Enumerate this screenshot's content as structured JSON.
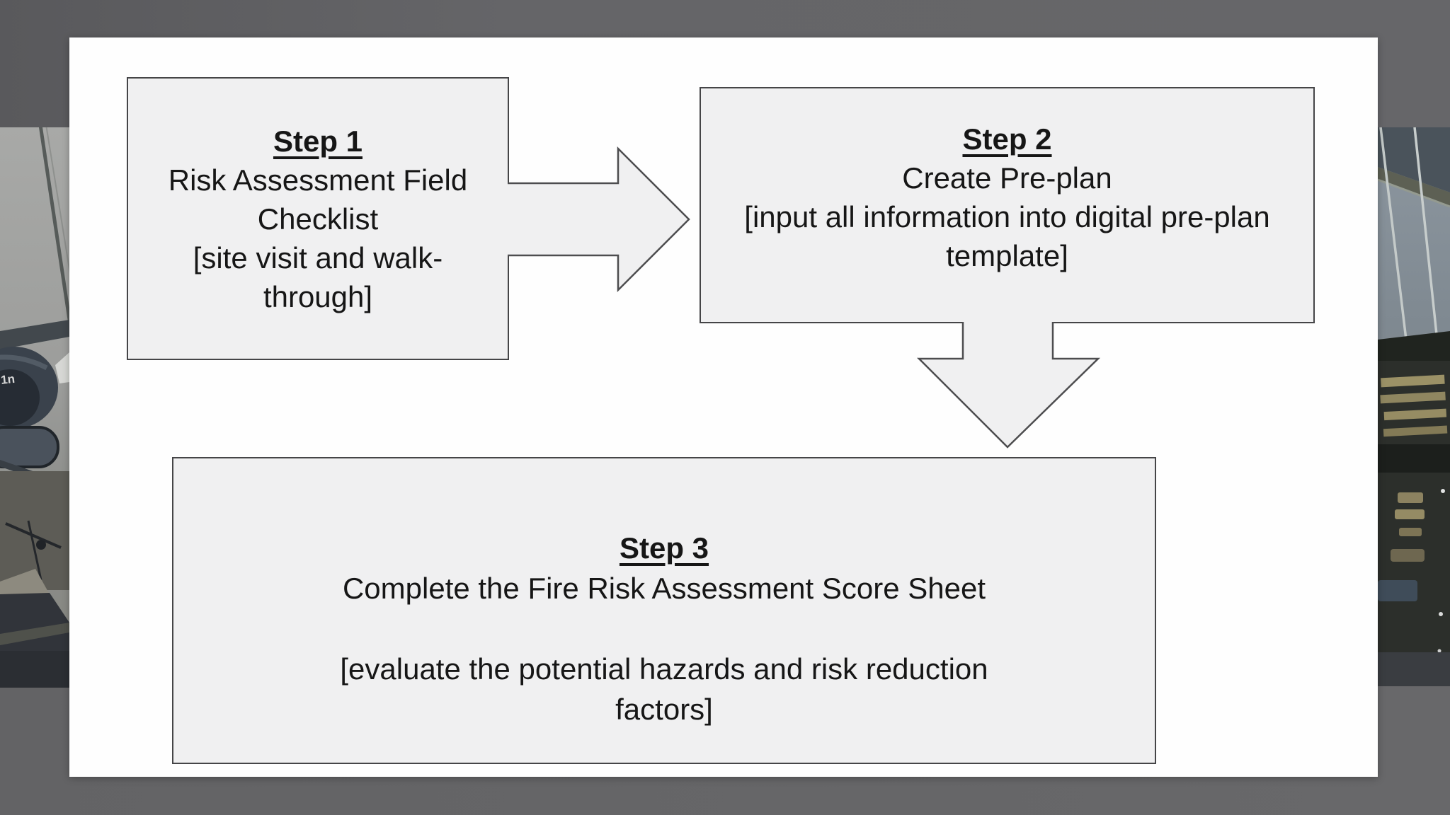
{
  "steps": [
    {
      "title": "Step 1",
      "lines": [
        "Risk Assessment Field",
        "Checklist",
        "[site visit and walk-",
        "through]"
      ]
    },
    {
      "title": "Step 2",
      "lines": [
        "Create Pre-plan",
        "[input all information into digital pre-plan",
        "template]"
      ]
    },
    {
      "title": "Step 3",
      "lines": [
        "Complete the Fire Risk Assessment Score Sheet",
        "",
        "[evaluate the potential hazards and risk reduction",
        "factors]"
      ]
    }
  ],
  "background_photo": {
    "left_marking": "1n"
  },
  "colors": {
    "slide_bg": "#fefefe",
    "box_fill": "#f0f0f1",
    "box_border": "#454547",
    "arrow_fill": "#f0f0f1",
    "arrow_stroke": "#4d4d4f",
    "text": "#161616",
    "band_top": "#5f5f62",
    "band_bottom": "#67676a"
  }
}
